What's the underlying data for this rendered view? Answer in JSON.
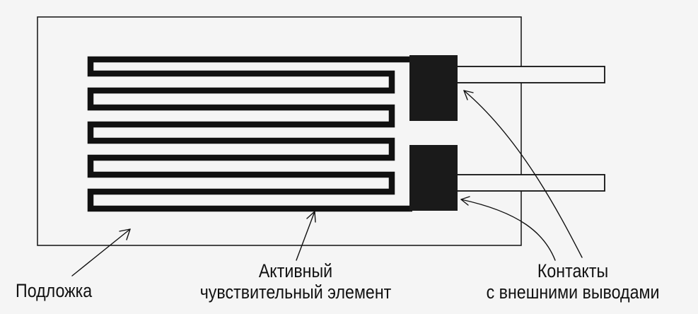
{
  "diagram": {
    "labels": {
      "substrate": "Подложка",
      "element_line1": "Активный",
      "element_line2": "чувствительный элемент",
      "contacts_line1": "Контакты",
      "contacts_line2": "с внешними выводами"
    }
  },
  "colors": {
    "background": "#f5f5f5",
    "ink": "#111111",
    "contact_pad": "#1a1a1a"
  }
}
